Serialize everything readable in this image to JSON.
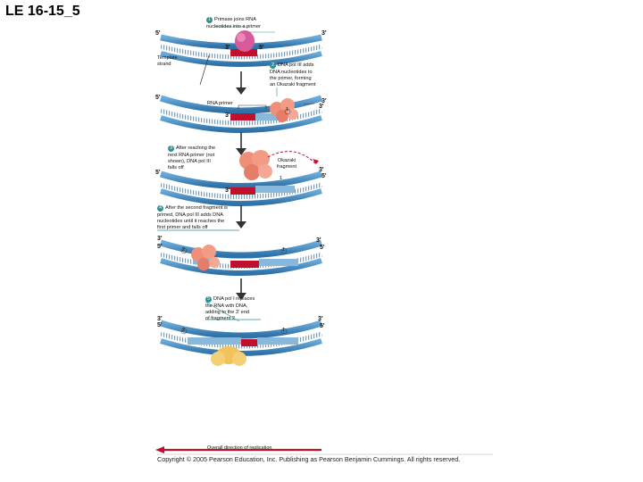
{
  "title": "LE 16-15_5",
  "labels": {
    "five_prime": "5'",
    "three_prime": "3'",
    "template_strand": "Template\nstrand",
    "rna_primer": "RNA primer",
    "okazaki_fragment": "Okazaki\nfragment",
    "fragment_one": "1",
    "fragment_two": "2",
    "overall_direction": "Overall direction of replication"
  },
  "steps": [
    {
      "num": "1",
      "text": "Primase joins RNA\nnucleotides into a primer"
    },
    {
      "num": "2",
      "text": "DNA pol III adds\nDNA nucleotides to\nthe primer, forming\nan Okazaki fragment"
    },
    {
      "num": "3",
      "text": "After reaching the\nnext RNA primer (not\nshown), DNA pol III\nfalls off"
    },
    {
      "num": "4",
      "text": "After the second fragment is\nprimed, DNA pol III adds DNA\nnucleotides until it reaches the\nfirst primer and falls off"
    },
    {
      "num": "5",
      "text": "DNA pol I replaces\nthe RNA with DNA,\nadding to the 3' end\nof fragment 2"
    }
  ],
  "copyright": "Copyright © 2005 Pearson Education, Inc. Publishing as Pearson Benjamin Cummings. All rights reserved.",
  "colors": {
    "dna_strand": "#4a93c8",
    "dna_light": "#a9d1ea",
    "rna_primer": "#c0102c",
    "primase": "#d85a9a",
    "pol3": "#f08f78",
    "pol1": "#f2c35a",
    "arrow": "#c0102c",
    "step_badge": "#2f8f8f"
  }
}
